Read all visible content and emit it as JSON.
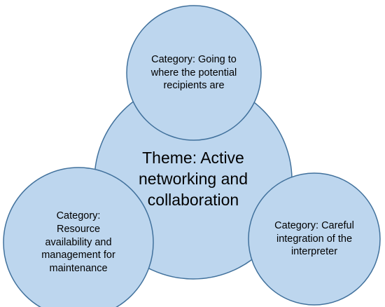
{
  "diagram": {
    "center": {
      "text": "Theme: Active networking and collaboration"
    },
    "top": {
      "text": "Category: Going to where the potential recipients are"
    },
    "left": {
      "text": "Category: Resource availability and management for maintenance"
    },
    "right": {
      "text": "Category: Careful integration of the interpreter"
    },
    "colors": {
      "fill": "#bdd6ee",
      "stroke": "#41719c"
    }
  }
}
